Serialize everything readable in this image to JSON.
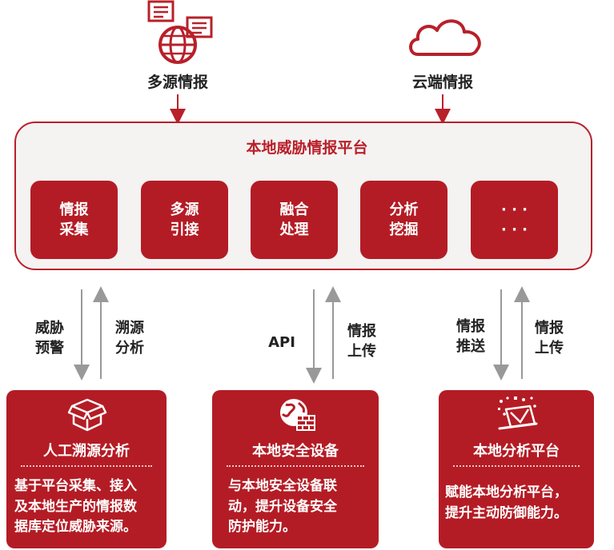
{
  "sources": {
    "multi": {
      "label": "多源情报",
      "icon": "globe-documents-icon"
    },
    "cloud": {
      "label": "云端情报",
      "icon": "cloud-icon"
    }
  },
  "platform": {
    "title": "本地威胁情报平台",
    "modules": [
      {
        "label": "情报\n采集"
      },
      {
        "label": "多源\n引接"
      },
      {
        "label": "融合\n处理"
      },
      {
        "label": "分析\n挖掘"
      },
      {
        "label": "· · ·\n· · ·"
      }
    ]
  },
  "flows": {
    "left_down": "威胁\n预警",
    "left_up": "溯源\n分析",
    "mid_down": "API",
    "mid_up": "情报\n上传",
    "right_down": "情报\n推送",
    "right_up": "情报\n上传"
  },
  "cards": [
    {
      "title": "人工溯源分析",
      "desc": "基于平台采集、接入\n及本地生产的情报数\n据库定位威胁来源。",
      "icon": "open-box-icon"
    },
    {
      "title": "本地安全设备",
      "desc": "与本地安全设备联\n动，提升设备安全\n防护能力。",
      "icon": "globe-firewall-icon"
    },
    {
      "title": "本地分析平台",
      "desc": "赋能本地分析平台，\n提升主动防御能力。",
      "icon": "analysis-laptop-icon"
    }
  ],
  "colors": {
    "accent": "#b41c25",
    "border": "#b8202a",
    "arrow_gray": "#999999",
    "panel_bg": "#f5f2f2"
  }
}
